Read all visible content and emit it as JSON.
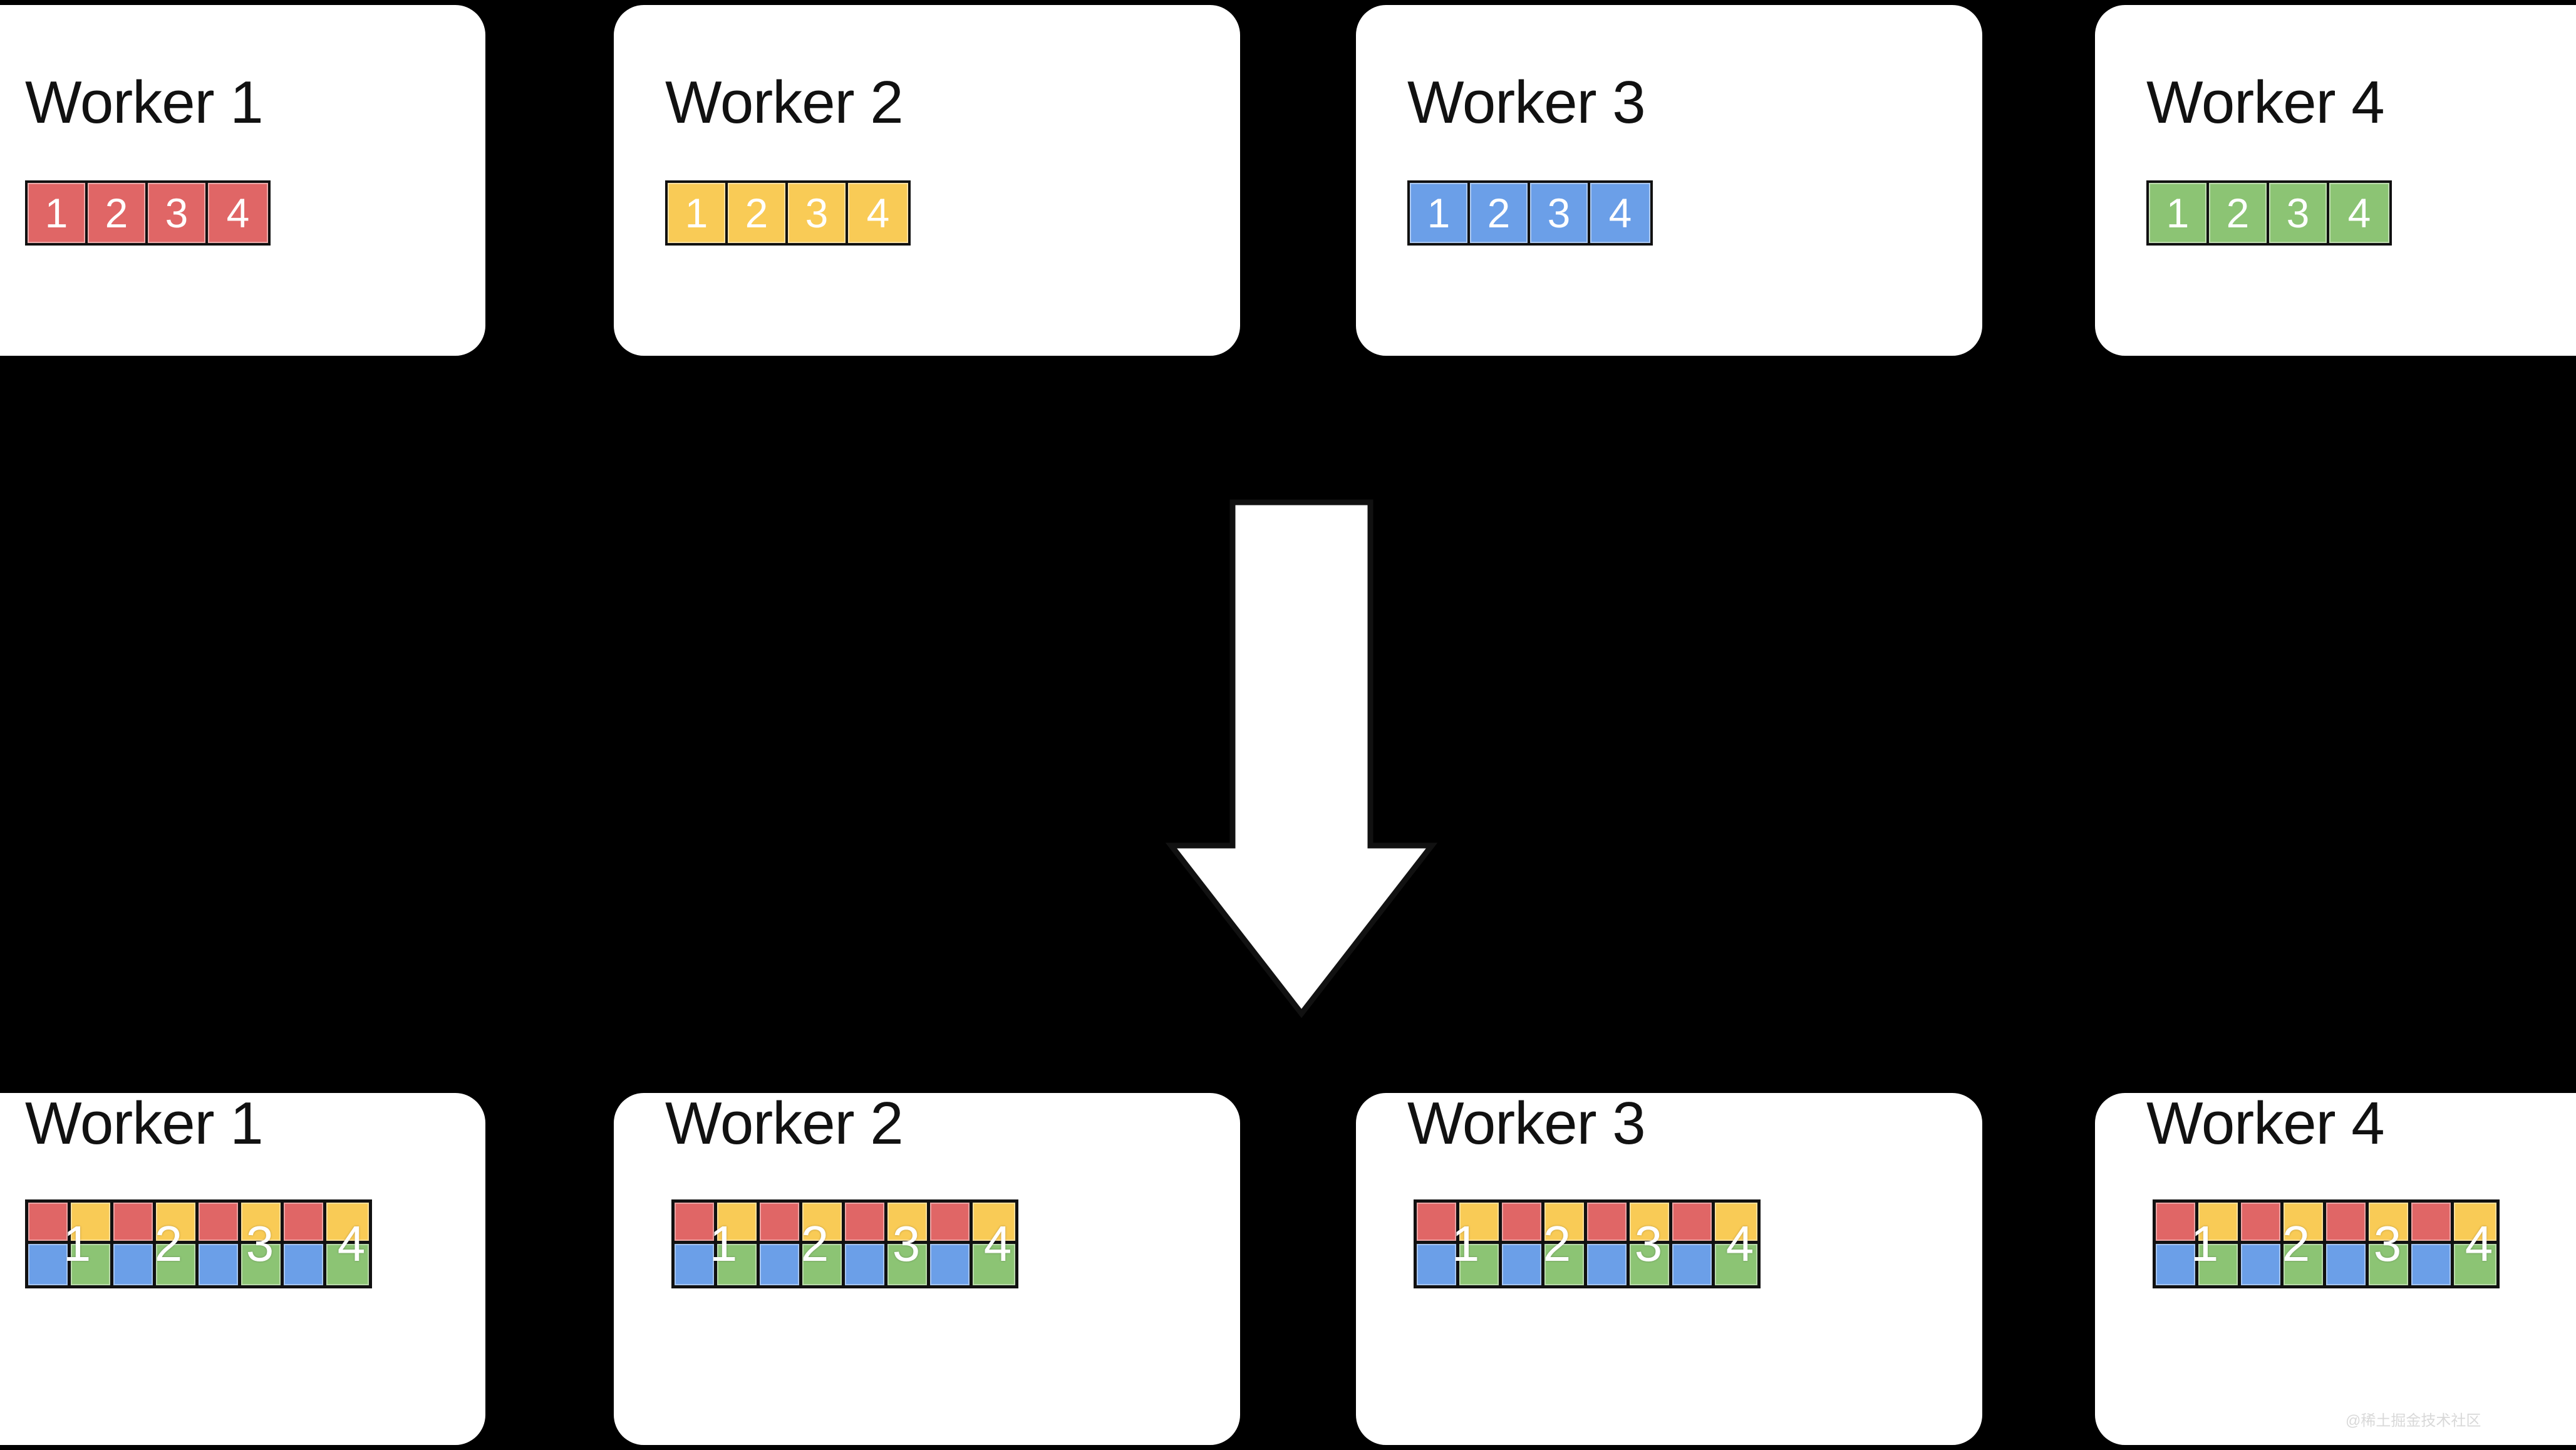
{
  "background_color": "#000000",
  "card_color": "#ffffff",
  "palette": {
    "red": "#E06666",
    "yellow": "#F9CB56",
    "blue": "#6B9FE8",
    "green": "#8CC474",
    "border": "#111111",
    "label_text": "#ffffff",
    "title_text": "#111111"
  },
  "top_row": {
    "label": "before-partitioning",
    "cards": [
      {
        "title": "Worker 1",
        "color_name": "red",
        "color": "#E06666",
        "cells": [
          "1",
          "2",
          "3",
          "4"
        ]
      },
      {
        "title": "Worker 2",
        "color_name": "yellow",
        "color": "#F9CB56",
        "cells": [
          "1",
          "2",
          "3",
          "4"
        ]
      },
      {
        "title": "Worker 3",
        "color_name": "blue",
        "color": "#6B9FE8",
        "cells": [
          "1",
          "2",
          "3",
          "4"
        ]
      },
      {
        "title": "Worker 4",
        "color_name": "green",
        "color": "#8CC474",
        "cells": [
          "1",
          "2",
          "3",
          "4"
        ]
      }
    ]
  },
  "arrow": {
    "name": "down-arrow",
    "direction": "down",
    "fill": "#ffffff",
    "stroke": "#111111"
  },
  "bottom_row": {
    "label": "after-partitioning",
    "grid_rows": 2,
    "grid_cols": 8,
    "top_cell_colors": [
      "#E06666",
      "#F9CB56",
      "#E06666",
      "#F9CB56",
      "#E06666",
      "#F9CB56",
      "#E06666",
      "#F9CB56"
    ],
    "bottom_cell_colors": [
      "#6B9FE8",
      "#8CC474",
      "#6B9FE8",
      "#8CC474",
      "#6B9FE8",
      "#8CC474",
      "#6B9FE8",
      "#8CC474"
    ],
    "labels": [
      "1",
      "2",
      "3",
      "4"
    ],
    "cards": [
      {
        "title": "Worker 1"
      },
      {
        "title": "Worker 2"
      },
      {
        "title": "Worker 3"
      },
      {
        "title": "Worker 4"
      }
    ]
  },
  "watermark": {
    "text": "@稀土掘金技术社区"
  }
}
